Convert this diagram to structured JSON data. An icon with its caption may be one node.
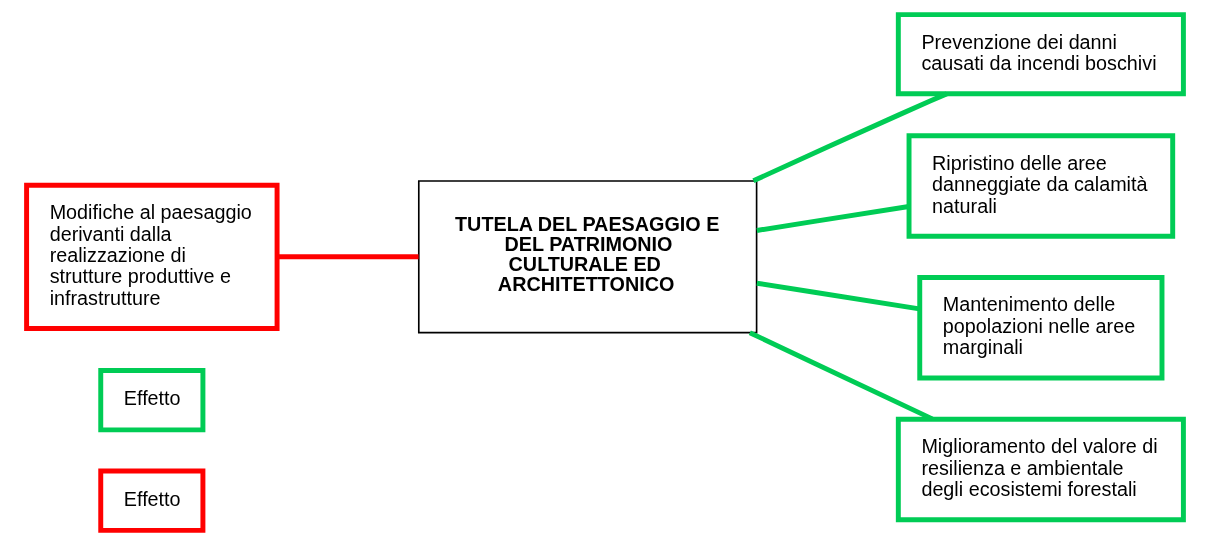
{
  "diagram": {
    "nodes": [
      {
        "text": [
          "Modifiche al paesaggio derivanti dalla realizzazione di strutture produttive e infrastrutture"
        ]
      },
      {
        "text": [
          "TUTELA DEL PAESAGGIO E DEL PATRIMONIO CULTURALE ED ARCHITETTONICO"
        ]
      },
      {
        "text": [
          "Prevenzione dei danni causati da incendi boschivi"
        ]
      },
      {
        "text": [
          "Ripristino delle aree danneggiate da calamità naturali"
        ]
      },
      {
        "text": [
          "Mantenimento delle popolazioni nelle aree marginali"
        ]
      },
      {
        "text": [
          "Miglioramento del valore di resilienza e ambientale degli ecosistemi forestali"
        ]
      },
      {
        "text": [
          "Effetto"
        ]
      },
      {
        "text": [
          "Effetto"
        ]
      }
    ],
    "edges": [
      {
        "from": 0,
        "to": 1,
        "arrow": "none",
        "color": "#ff0000"
      },
      {
        "from": 1,
        "to": 2,
        "arrow": "none"
      },
      {
        "from": 1,
        "to": 3,
        "arrow": "none"
      },
      {
        "from": 1,
        "to": 4,
        "arrow": "none"
      },
      {
        "from": 1,
        "to": 5,
        "arrow": "none"
      }
    ]
  }
}
